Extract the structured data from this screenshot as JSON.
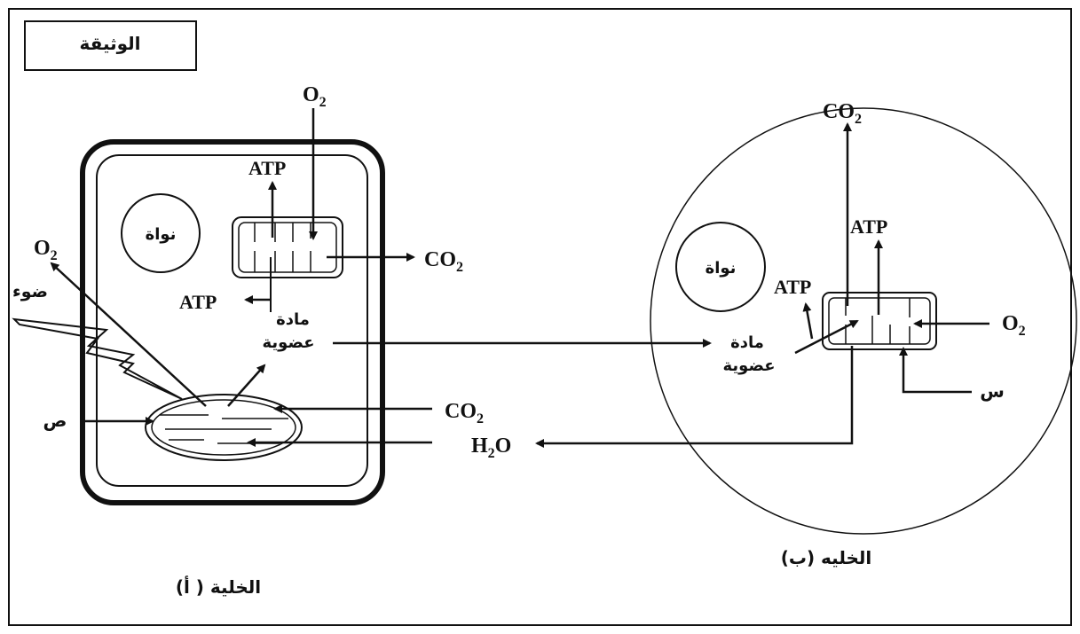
{
  "document_label": "الوثيقة",
  "cell_a": {
    "caption": "الخلية ( أ)",
    "nucleus": "نواة",
    "light": "ضوء",
    "organic_matter": [
      "مادة",
      "عضوية"
    ],
    "y_label": "ص",
    "o2_top": {
      "base": "O",
      "sub": "2"
    },
    "o2_left": {
      "base": "O",
      "sub": "2"
    },
    "atp_top": "ATP",
    "atp_left": "ATP",
    "co2_right": {
      "base": "CO",
      "sub": "2"
    },
    "co2_in": {
      "base": "CO",
      "sub": "2"
    },
    "h2o": {
      "a": "H",
      "sub": "2",
      "b": "O"
    }
  },
  "cell_b": {
    "caption": "الخليه (ب)",
    "nucleus": "نواة",
    "organic_matter": [
      "مادة",
      "عضوية"
    ],
    "x_label": "س",
    "co2_top": {
      "base": "CO",
      "sub": "2"
    },
    "o2_right": {
      "base": "O",
      "sub": "2"
    },
    "atp_top": "ATP",
    "atp_left": "ATP"
  },
  "colors": {
    "ink": "#111111",
    "paper": "#ffffff"
  }
}
